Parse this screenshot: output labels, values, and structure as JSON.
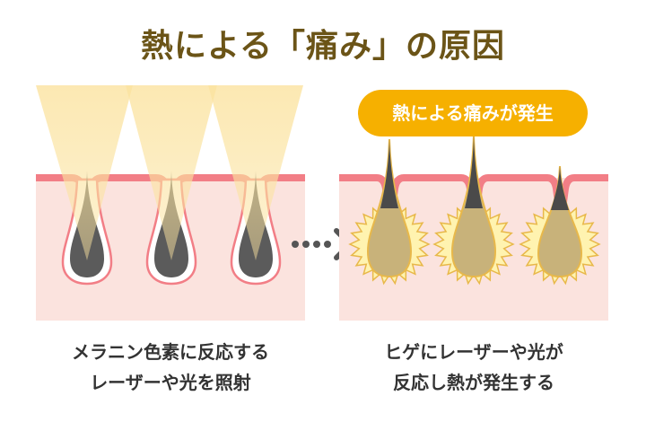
{
  "title": "熱による「痛み」の原因",
  "badge": "熱による痛みが発生",
  "left_caption": [
    "メラニン色素に反応する",
    "レーザーや光を照射"
  ],
  "right_caption": [
    "ヒゲにレーザーや光が",
    "反応し熱が発生する"
  ],
  "colors": {
    "title": "#6b5417",
    "skin": "#fbe3de",
    "skin_line": "#f27e86",
    "hair_dark": "#5b5b5b",
    "light_beam": "#fbe3a0",
    "heat_burst": "#fff3b0",
    "heat_outline": "#e8b84a",
    "badge": "#f6b000"
  },
  "icons": [
    "light-beam-icon",
    "hair-follicle-icon",
    "arrow-right-icon",
    "heat-burst-icon"
  ]
}
